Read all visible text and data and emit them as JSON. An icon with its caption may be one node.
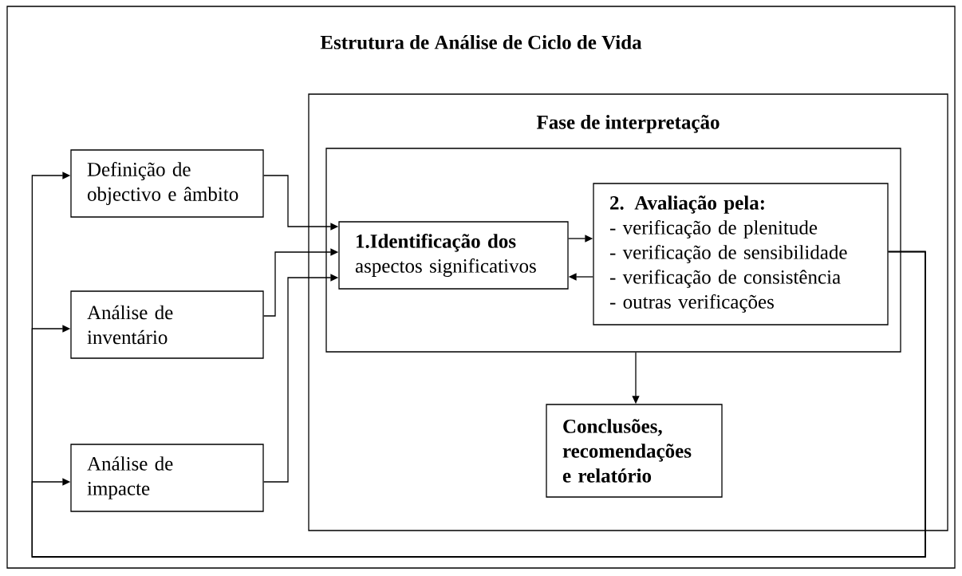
{
  "diagram": {
    "nodes": [
      {
        "text": [
          "Estrutura de Análise de Ciclo de Vida"
        ]
      },
      {
        "text": [
          "Fase de interpretação"
        ],
        "in": 0
      },
      {
        "text": [],
        "shape": "box",
        "in": 1
      },
      {
        "text": [
          "Definição de objectivo e âmbito"
        ],
        "in": 0
      },
      {
        "text": [
          "Análise de inventário"
        ],
        "in": 0
      },
      {
        "text": [
          "Análise de impacte"
        ],
        "in": 0
      },
      {
        "text": [
          "1.Identificação dos",
          "aspectos significativos"
        ],
        "in": 2
      },
      {
        "text": [
          "2. Avaliação pela:",
          "- verificação de plenitude",
          "- verificação de sensibilidade",
          "- verificação de consistência",
          "- outras verificações"
        ],
        "in": 2
      },
      {
        "text": [
          "Conclusões, recomendações e relatório"
        ],
        "in": 1
      }
    ],
    "edges": [
      {
        "from": 3,
        "to": 6,
        "arrow": "to"
      },
      {
        "from": 4,
        "to": 6,
        "arrow": "to"
      },
      {
        "from": 5,
        "to": 6,
        "arrow": "to"
      },
      {
        "from": 6,
        "to": 7,
        "arrow": "to"
      },
      {
        "from": 7,
        "to": 6,
        "arrow": "to"
      },
      {
        "from": 2,
        "to": 8,
        "arrow": "to"
      },
      {
        "from": 7,
        "to": 3,
        "arrow": "to"
      },
      {
        "from": 7,
        "to": 4,
        "arrow": "to"
      },
      {
        "from": 7,
        "to": 5,
        "arrow": "to"
      }
    ]
  }
}
